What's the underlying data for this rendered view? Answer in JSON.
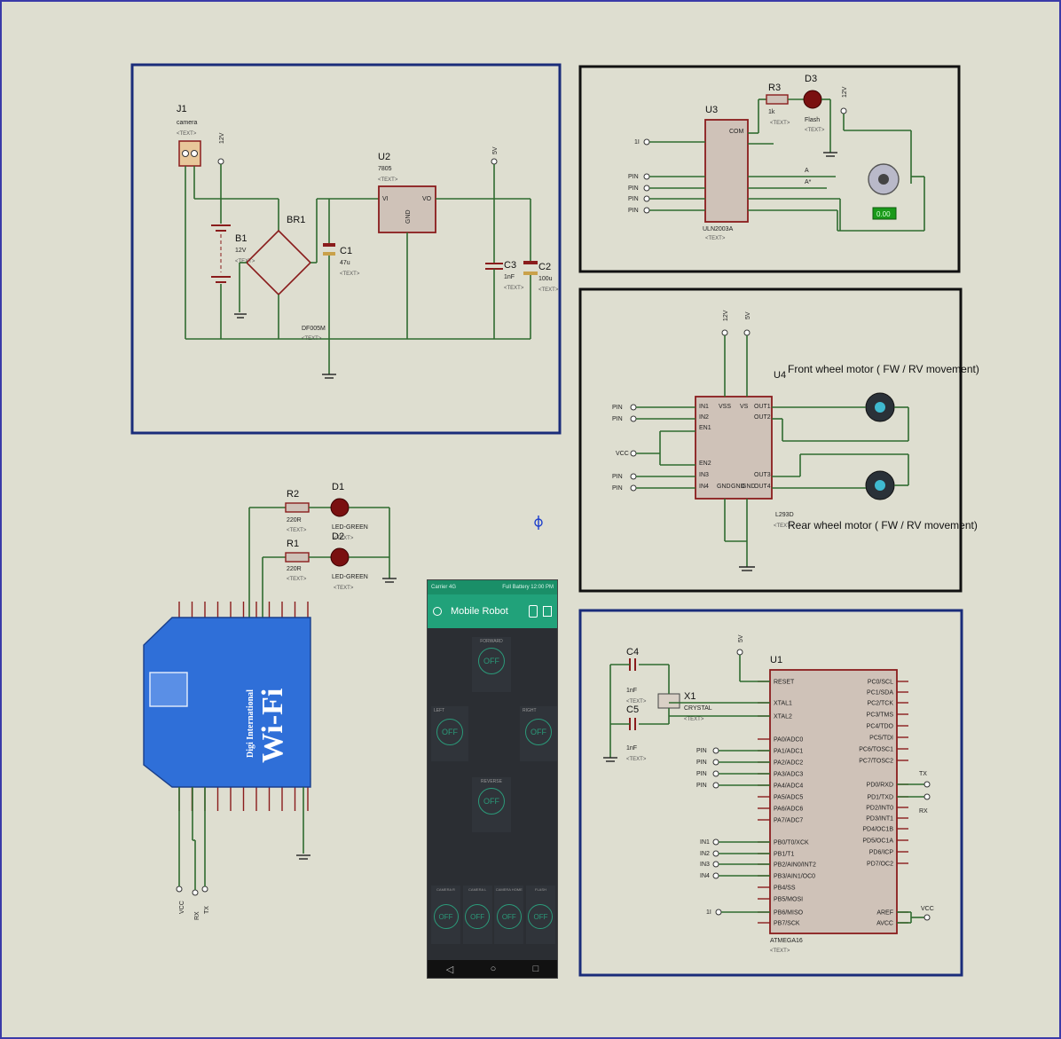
{
  "power_supply": {
    "j1": {
      "ref": "J1",
      "value": "camera",
      "text": "<TEXT>"
    },
    "b1": {
      "ref": "B1",
      "value": "12V",
      "text": "<TEXT>"
    },
    "br1": {
      "ref": "BR1",
      "value": "DF005M",
      "text": "<TEXT>"
    },
    "c1": {
      "ref": "C1",
      "value": "47u",
      "text": "<TEXT>"
    },
    "u2": {
      "ref": "U2",
      "value": "7805",
      "text": "<TEXT>",
      "pin_vi": "VI",
      "pin_vo": "VO",
      "pin_gnd": "GND"
    },
    "c3": {
      "ref": "C3",
      "value": "1nF",
      "text": "<TEXT>"
    },
    "c2": {
      "ref": "C2",
      "value": "100u",
      "text": "<TEXT>"
    },
    "terminal_12v": "12V",
    "terminal_5v": "5V"
  },
  "uln_block": {
    "u3": {
      "ref": "U3",
      "value": "ULN2003A",
      "text": "<TEXT>"
    },
    "r3": {
      "ref": "R3",
      "value": "1k",
      "text": "<TEXT>"
    },
    "d3": {
      "ref": "D3",
      "value": "Flash",
      "text": "<TEXT>"
    },
    "inputs": [
      "PIN",
      "PIN",
      "PIN",
      "PIN"
    ],
    "left_terminal": "1I",
    "terminal_12v": "12V",
    "motor_reading": "0.00",
    "net_a": "A",
    "net_a_bar": "A*",
    "pin_com": "COM"
  },
  "motor_block": {
    "u4": {
      "ref": "U4",
      "value": "L293D",
      "text": "<TEXT>"
    },
    "front_label": "Front wheel motor ( FW / RV movement)",
    "rear_label": "Rear wheel motor ( FW / RV movement)",
    "inputs": [
      "PIN",
      "PIN",
      "VCC",
      "PIN",
      "PIN"
    ],
    "terminal_12v": "12V",
    "terminal_5v": "5V",
    "pins": [
      "IN1",
      "IN2",
      "EN1",
      "EN2",
      "IN3",
      "IN4",
      "VSS",
      "VS",
      "OUT1",
      "OUT2",
      "OUT3",
      "OUT4",
      "GND",
      "GND",
      "GND"
    ]
  },
  "wifi_block": {
    "r2": {
      "ref": "R2",
      "value": "220R",
      "text": "<TEXT>"
    },
    "r1": {
      "ref": "R1",
      "value": "220R",
      "text": "<TEXT>"
    },
    "d1": {
      "ref": "D1",
      "value": "LED-GREEN",
      "text": "<TEXT>"
    },
    "d2": {
      "ref": "D2",
      "value": "LED-GREEN",
      "text": "<TEXT>"
    },
    "module_brand": "Digi International",
    "module_title": "Wi-Fi",
    "bottom_labels": [
      "VCC",
      "RX",
      "TX"
    ]
  },
  "phone": {
    "status_left": "Carrier 4G",
    "status_right": "Full Battery 12:00 PM",
    "app_title": "Mobile Robot",
    "buttons": {
      "forward": {
        "label": "FORWARD",
        "state": "OFF"
      },
      "left": {
        "label": "LEFT",
        "state": "OFF"
      },
      "right": {
        "label": "RIGHT",
        "state": "OFF"
      },
      "reverse": {
        "label": "REVERSE",
        "state": "OFF"
      },
      "camera_r": {
        "label": "CAMERA R",
        "state": "OFF"
      },
      "camera_l": {
        "label": "CAMERA L",
        "state": "OFF"
      },
      "camera_home": {
        "label": "CAMERA HOME",
        "state": "OFF"
      },
      "flash": {
        "label": "FLASH",
        "state": "OFF"
      }
    },
    "nav": {
      "back": "◁",
      "home": "○",
      "recent": "□"
    },
    "colors": {
      "header": "#21a27a",
      "body": "#2b2e33",
      "accent": "#2b9a7a"
    }
  },
  "mcu_block": {
    "u1": {
      "ref": "U1",
      "value": "ATMEGA16",
      "text": "<TEXT>"
    },
    "c4": {
      "ref": "C4",
      "value": "1nF",
      "text": "<TEXT>"
    },
    "c5": {
      "ref": "C5",
      "value": "1nF",
      "text": "<TEXT>"
    },
    "x1": {
      "ref": "X1",
      "value": "CRYSTAL",
      "text": "<TEXT>"
    },
    "left_pins": [
      "RESET",
      "XTAL1",
      "XTAL2",
      "PA0/ADC0",
      "PA1/ADC1",
      "PA2/ADC2",
      "PA3/ADC3",
      "PA4/ADC4",
      "PA5/ADC5",
      "PA6/ADC6",
      "PA7/ADC7",
      "PB0/T0/XCK",
      "PB1/T1",
      "PB2/AIN0/INT2",
      "PB3/AIN1/OC0",
      "PB4/SS",
      "PB5/MOSI",
      "PB6/MISO",
      "PB7/SCK"
    ],
    "right_pins": [
      "PC0/SCL",
      "PC1/SDA",
      "PC2/TCK",
      "PC3/TMS",
      "PC4/TDO",
      "PC5/TDI",
      "PC6/TOSC1",
      "PC7/TOSC2",
      "PD0/RXD",
      "PD1/TXD",
      "PD2/INT0",
      "PD3/INT1",
      "PD4/OC1B",
      "PD5/OC1A",
      "PD6/ICP",
      "PD7/OC2",
      "AREF",
      "AVCC"
    ],
    "pin_inputs": [
      "PIN",
      "PIN",
      "PIN",
      "PIN"
    ],
    "in_inputs": [
      "IN1",
      "IN2",
      "IN3",
      "IN4"
    ],
    "tx": "TX",
    "rx": "RX",
    "vcc": "VCC",
    "terminal_5v": "5V",
    "left_terminal": "1I"
  }
}
